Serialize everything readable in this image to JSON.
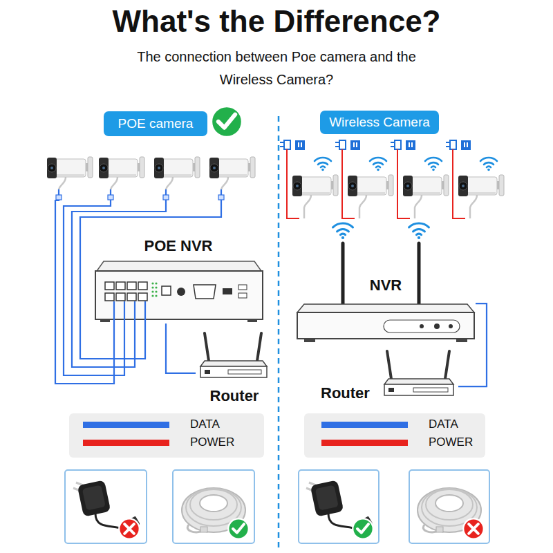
{
  "diagram": {
    "title": "What's the Difference?",
    "nodes": [
      {
        "text": [
          "POE camera"
        ]
      },
      {
        "text": [
          "Wireless Camera"
        ]
      },
      {
        "text": [
          "POE NVR"
        ]
      },
      {
        "text": [
          "NVR"
        ]
      },
      {
        "text": [
          "Router"
        ]
      },
      {
        "text": [
          "Router"
        ]
      }
    ],
    "edges": [
      {
        "from": 2,
        "to": 4,
        "arrow": "none"
      },
      {
        "from": 3,
        "to": 5,
        "arrow": "none"
      }
    ],
    "labels": [
      "The connection between Poe camera and the Wireless Camera?"
    ],
    "legend": [
      {
        "text": "DATA",
        "color": "#2f6fe4"
      },
      {
        "text": "POWER",
        "color": "#e8231e"
      },
      {
        "text": "DATA",
        "color": "#2f6fe4"
      },
      {
        "text": "POWER",
        "color": "#e8231e"
      }
    ]
  }
}
